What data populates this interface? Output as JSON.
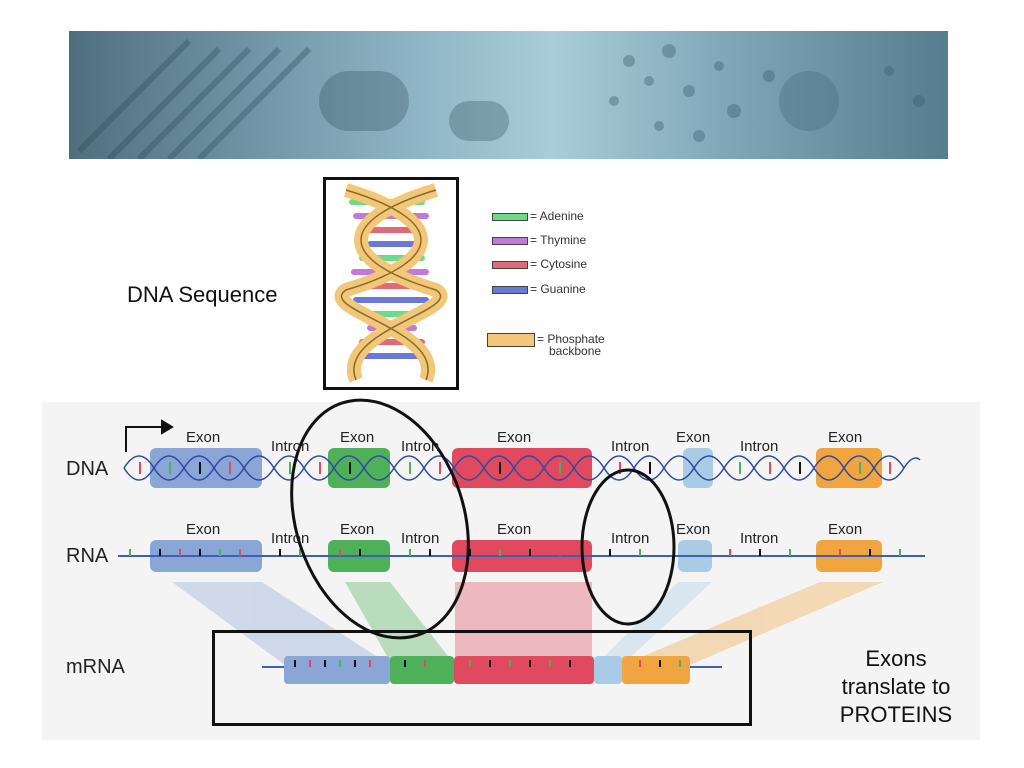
{
  "colors": {
    "adenine": "#6fd98a",
    "thymine": "#c07ad8",
    "cytosine": "#e06b78",
    "guanine": "#6a78d8",
    "backbone": "#f2c777",
    "exon_blue": "#8aa6d6",
    "exon_green": "#4fb05a",
    "exon_red": "#e14a5e",
    "exon_lightblue": "#a9cbe6",
    "exon_orange": "#f0a540"
  },
  "helix_label": "DNA Sequence",
  "legend": {
    "adenine": "= Adenine",
    "thymine": "= Thymine",
    "cytosine": "= Cytosine",
    "guanine": "= Guanine",
    "backbone_line1": "= Phosphate",
    "backbone_line2": "backbone"
  },
  "rows": {
    "dna": "DNA",
    "rna": "RNA",
    "mrna": "mRNA"
  },
  "segments": {
    "exon": "Exon",
    "intron": "Intron"
  },
  "note": {
    "line1": "Exons",
    "line2": "translate to",
    "line3": "PROTEINS"
  }
}
